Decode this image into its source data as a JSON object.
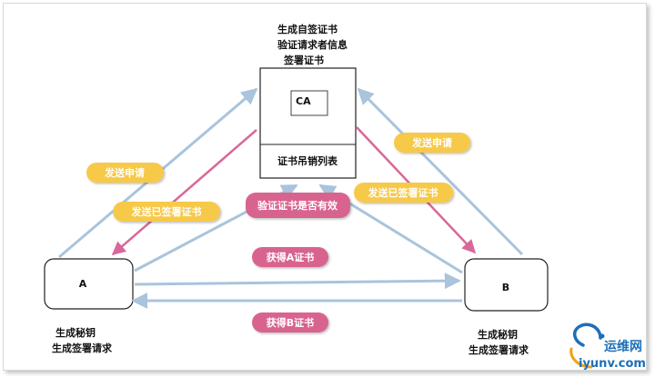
{
  "ca": {
    "label": "CA",
    "notes": [
      "生成自签证书",
      "验证请求者信息",
      "签署证书"
    ],
    "crl_label": "证书吊销列表"
  },
  "party_a": {
    "label": "A",
    "notes": [
      "生成秘钥",
      "生成签署请求"
    ]
  },
  "party_b": {
    "label": "B",
    "notes": [
      "生成秘钥",
      "生成签署请求"
    ]
  },
  "pills": {
    "a_send_request": "发送申请",
    "a_send_signed": "发送已签署证书",
    "b_send_request": "发送申请",
    "b_send_signed": "发送已签署证书",
    "verify_cert": "验证证书是否有效",
    "get_a_cert": "获得A证书",
    "get_b_cert": "获得B证书"
  },
  "watermark": {
    "brand": "运维网",
    "domain": "iyunv.com"
  },
  "colors": {
    "blue_arrow": "#a9c4dc",
    "pink_arrow": "#d9679a",
    "yellow_pill": "#f7c948",
    "pink_pill": "#d9648f",
    "box_border": "#222222"
  }
}
